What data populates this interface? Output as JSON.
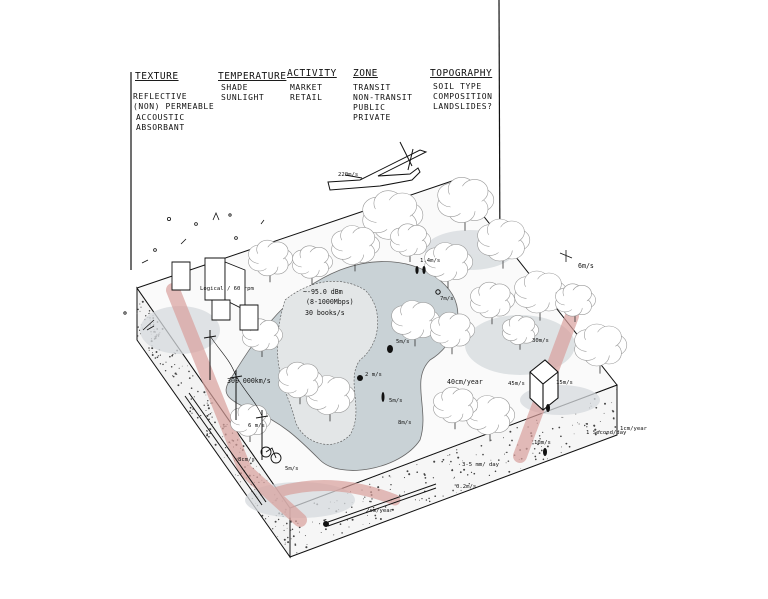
{
  "legend": {
    "columns": [
      {
        "header": "TEXTURE",
        "items": [
          "REFLECTIVE",
          "(NON) PERMEABLE",
          "ACCOUSTIC",
          "ABSORBANT"
        ]
      },
      {
        "header": "TEMPERATURE",
        "items": [
          "SHADE",
          "SUNLIGHT"
        ]
      },
      {
        "header": "ACTIVITY",
        "items": [
          "MARKET",
          "RETAIL"
        ]
      },
      {
        "header": "ZONE",
        "items": [
          "TRANSIT",
          "NON-TRANSIT",
          "PUBLIC",
          "PRIVATE"
        ]
      },
      {
        "header": "TOPOGRAPHY",
        "items": [
          "SOIL TYPE",
          "COMPOSITION",
          "LANDSLIDES?"
        ]
      }
    ]
  },
  "annotations": {
    "airplane_speed": "220m/s",
    "wind_speed": "6m/s",
    "rail_speed": "300 000km/s",
    "signal_strength": "~-95.0 dBm",
    "bandwidth": "(8-1000Mbps)",
    "books": "30 books/s",
    "satellite": "Logical / 60 rpm",
    "walker_speed": "1.4m/s",
    "bird_speed": "5m/s",
    "ground_speed": "2 m/s",
    "tree_growth": "40cm/year",
    "car_speed": "15m/s",
    "bike_speed": "5m/s",
    "water_speed": "8m/s",
    "days": "3-5 mm/ day",
    "sap_speed": "0.2m/s",
    "plant_speed": "30m/s",
    "tram_speed": "45m/s",
    "root_speed": "6 m/s",
    "sediment_speed": "8cm/s",
    "seconds": "1 Second/day",
    "layer": "1cm/year",
    "geology": "2cm/year",
    "moss": "5m/s",
    "water_deep": "10m/s",
    "bench": "7m/s"
  },
  "colors": {
    "ink": "#111111",
    "water": "#c9d2d6",
    "path": "#d9a09c",
    "block_side": "#f2f2f2"
  }
}
